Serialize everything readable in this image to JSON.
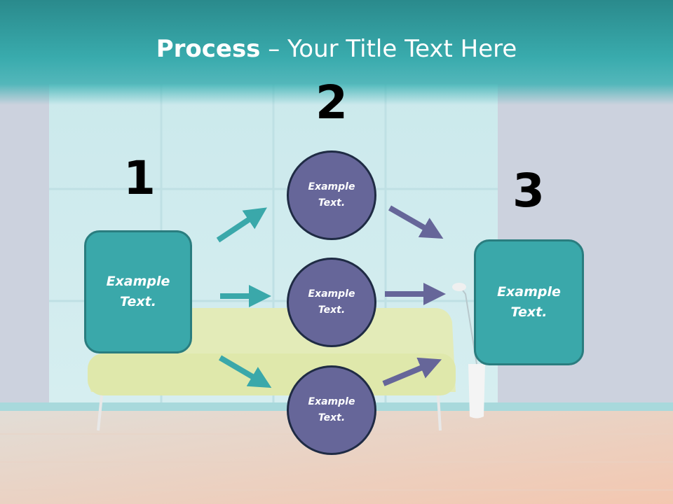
{
  "slide": {
    "title_bold": "Process",
    "title_rest": " – Your Title Text Here"
  },
  "steps": [
    {
      "number": "1",
      "label": "Example Text."
    },
    {
      "number": "2",
      "items": [
        "Example Text.",
        "Example Text.",
        "Example Text."
      ]
    },
    {
      "number": "3",
      "label": "Example Text."
    }
  ],
  "colors": {
    "teal": "#3aa8aa",
    "purple": "#666699",
    "title_band": "#2f9597"
  }
}
